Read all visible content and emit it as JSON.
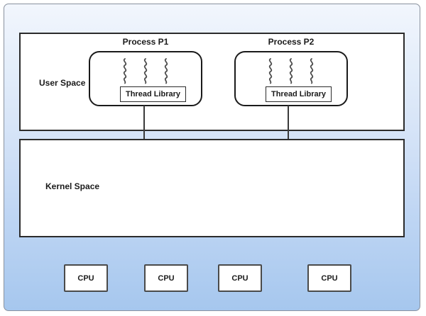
{
  "user_space": {
    "label": "User Space"
  },
  "kernel_space": {
    "label": "Kernel Space"
  },
  "processes": [
    {
      "label": "Process P1",
      "thread_library_label": "Thread Library",
      "thread_count": 3
    },
    {
      "label": "Process P2",
      "thread_library_label": "Thread Library",
      "thread_count": 3
    }
  ],
  "cpus": [
    {
      "label": "CPU"
    },
    {
      "label": "CPU"
    },
    {
      "label": "CPU"
    },
    {
      "label": "CPU"
    }
  ],
  "colors": {
    "frame_background_top": "#f2f6fd",
    "frame_background_bottom": "#a6c7ee",
    "frame_border": "#8a929e",
    "panel_fill": "#ffffff",
    "box_border": "#1a1a1a",
    "connector_line": "#3a3a3a"
  }
}
